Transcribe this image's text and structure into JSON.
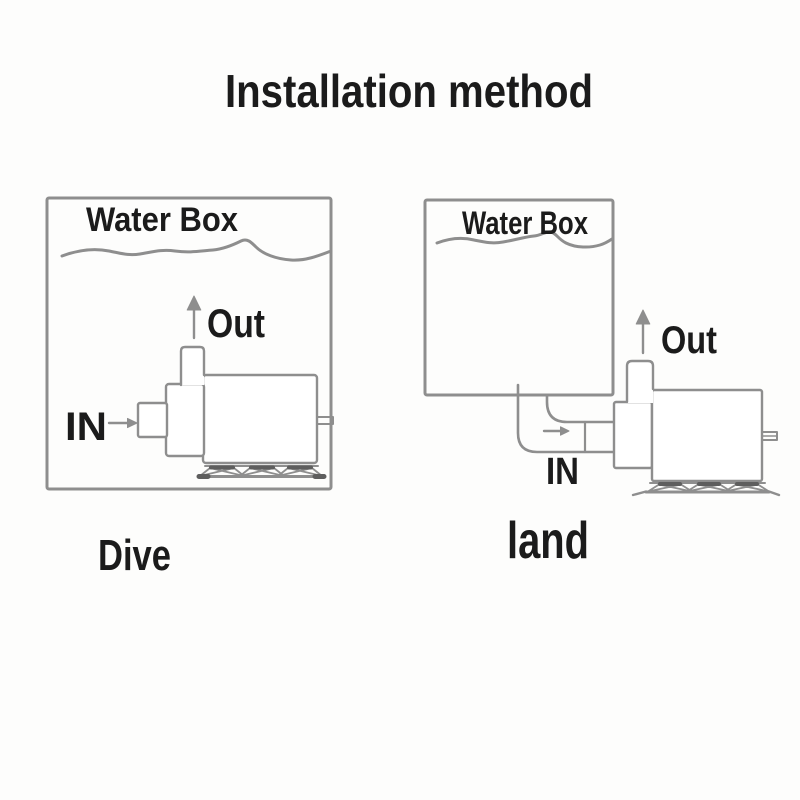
{
  "title": "Installation method",
  "colors": {
    "line_gray": "#8e8e8e",
    "dark_accent": "#5e5e5e",
    "text_black": "#1b1b1b",
    "background": "#fdfdfc"
  },
  "diagrams": {
    "dive": {
      "water_box_label": "Water Box",
      "out_label": "Out",
      "in_label": "IN",
      "caption": "Dive"
    },
    "land": {
      "water_box_label": "Water Box",
      "out_label": "Out",
      "in_label": "IN",
      "caption": "land"
    }
  }
}
